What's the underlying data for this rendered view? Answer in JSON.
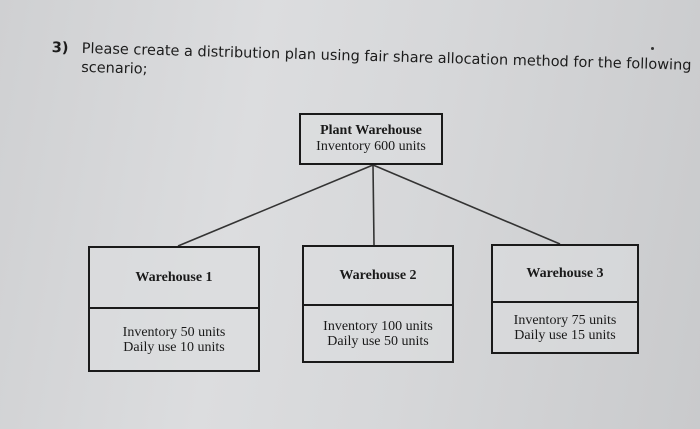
{
  "question": {
    "number": "3)",
    "line1": "Please create a distribution plan using fair share allocation method for the following",
    "line2": "scenario;"
  },
  "plant": {
    "name": "Plant Warehouse",
    "inventory": "Inventory 600 units"
  },
  "warehouses": [
    {
      "name": "Warehouse 1",
      "inventory": "Inventory 50 units",
      "daily_use": "Daily use 10 units"
    },
    {
      "name": "Warehouse 2",
      "inventory": "Inventory 100 units",
      "daily_use": "Daily use 50 units"
    },
    {
      "name": "Warehouse 3",
      "inventory": "Inventory 75 units",
      "daily_use": "Daily use 15 units"
    }
  ]
}
